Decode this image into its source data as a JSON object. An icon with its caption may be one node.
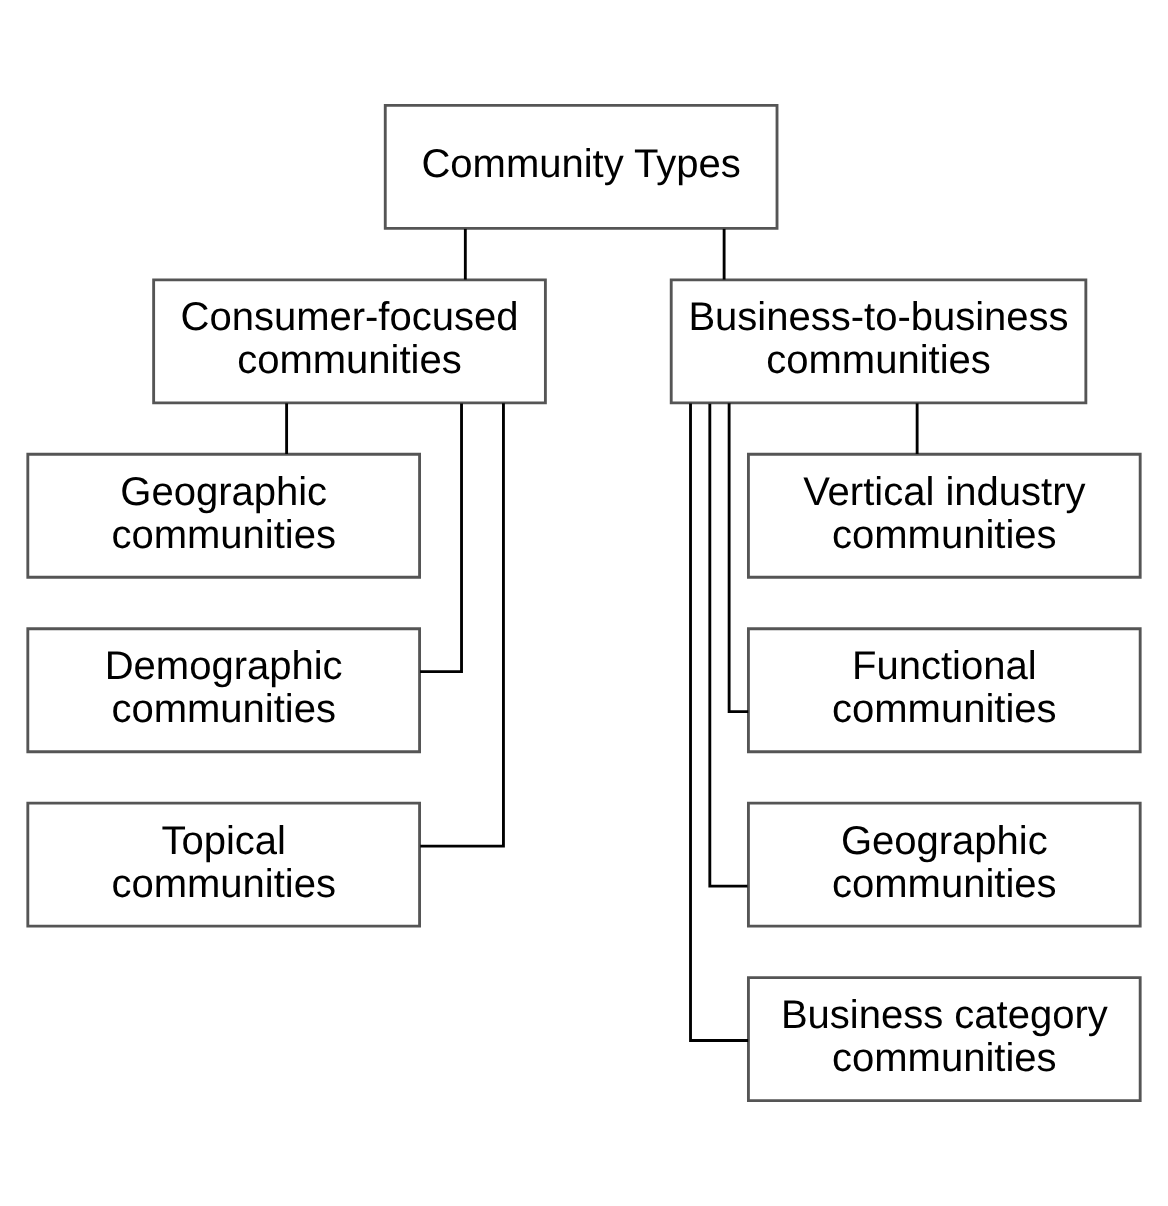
{
  "diagram": {
    "nodes": [
      {
        "text": [
          "Community Types"
        ]
      },
      {
        "text": [
          "Consumer-focused communities"
        ]
      },
      {
        "text": [
          "Business-to-business communities"
        ]
      },
      {
        "text": [
          "Geographic communities"
        ]
      },
      {
        "text": [
          "Demographic communities"
        ]
      },
      {
        "text": [
          "Topical communities"
        ]
      },
      {
        "text": [
          "Vertical industry communities"
        ]
      },
      {
        "text": [
          "Functional communities"
        ]
      },
      {
        "text": [
          "Geographic communities"
        ]
      },
      {
        "text": [
          "Business category communities"
        ]
      }
    ],
    "edges": [
      {
        "from": 0,
        "to": 1,
        "arrow": "none"
      },
      {
        "from": 0,
        "to": 2,
        "arrow": "none"
      },
      {
        "from": 1,
        "to": 3,
        "arrow": "none"
      },
      {
        "from": 1,
        "to": 4,
        "arrow": "none"
      },
      {
        "from": 1,
        "to": 5,
        "arrow": "none"
      },
      {
        "from": 2,
        "to": 6,
        "arrow": "none"
      },
      {
        "from": 2,
        "to": 7,
        "arrow": "none"
      },
      {
        "from": 2,
        "to": 8,
        "arrow": "none"
      },
      {
        "from": 2,
        "to": 9,
        "arrow": "none"
      }
    ]
  }
}
